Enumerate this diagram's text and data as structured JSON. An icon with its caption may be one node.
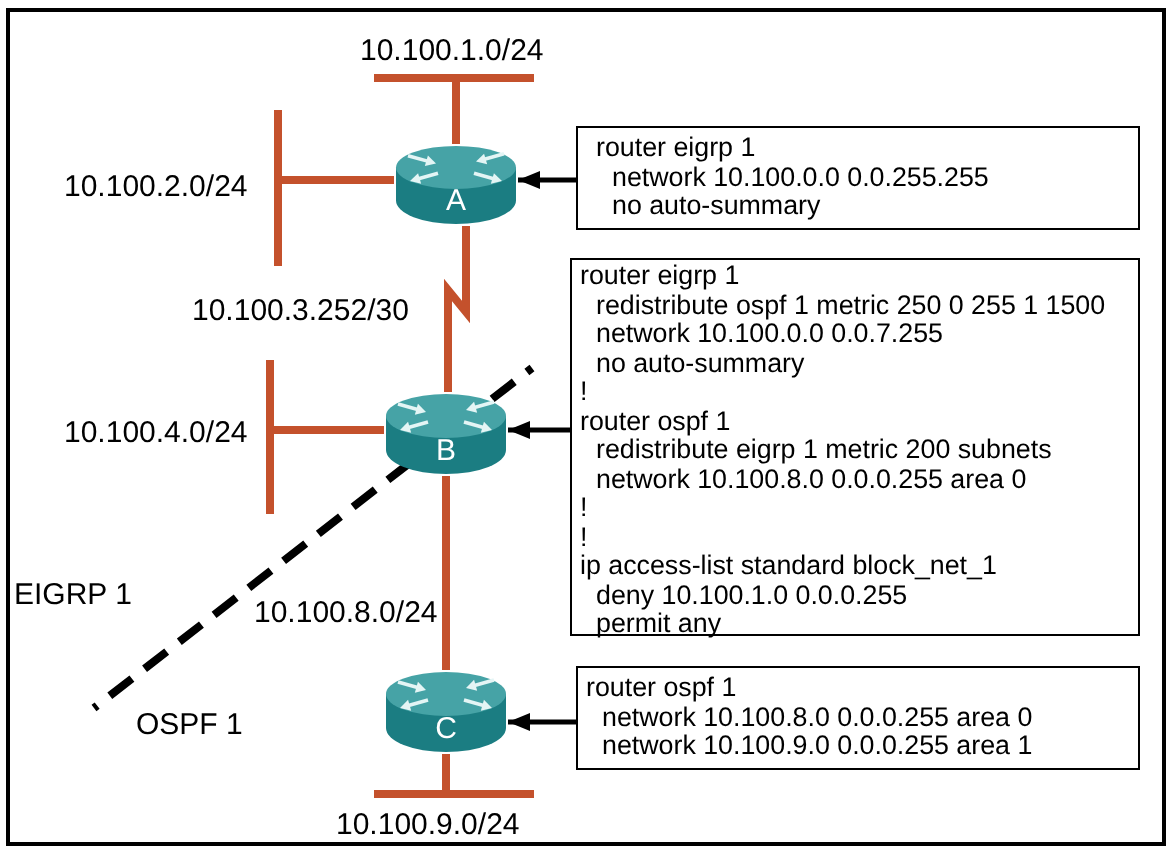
{
  "diagram": {
    "nodes": [
      {
        "text": [],
        "shape": "bar",
        "beside": [
          "10.100.1.0/24"
        ]
      },
      {
        "text": [],
        "shape": "bar",
        "beside": [
          "10.100.2.0/24"
        ]
      },
      {
        "text": [
          "A"
        ]
      },
      {
        "text": [
          "router eigrp 1",
          "network 10.100.0.0 0.0.255.255",
          "no auto-summary"
        ]
      },
      {
        "text": [
          "B"
        ]
      },
      {
        "text": [],
        "shape": "bar",
        "beside": [
          "10.100.4.0/24"
        ]
      },
      {
        "text": [
          "router eigrp 1",
          "redistribute ospf 1 metric 250 0 255 1 1500",
          "network 10.100.0.0 0.0.7.255",
          "no auto-summary",
          "!",
          "router ospf 1",
          "redistribute eigrp 1 metric 200 subnets",
          "network 10.100.8.0 0.0.0.255 area 0",
          "!",
          "!",
          "ip access-list standard block_net_1",
          "deny 10.100.1.0 0.0.0.255",
          "permit any"
        ]
      },
      {
        "text": [
          "C"
        ]
      },
      {
        "text": [
          "router ospf 1",
          "network 10.100.8.0 0.0.0.255 area 0",
          "network 10.100.9.0 0.0.0.255 area 1"
        ]
      },
      {
        "text": [],
        "shape": "bar",
        "beside": [
          "10.100.9.0/24"
        ]
      }
    ],
    "edges": [
      {
        "from": 0,
        "to": 2,
        "arrow": "none"
      },
      {
        "from": 1,
        "to": 2,
        "arrow": "none"
      },
      {
        "from": 3,
        "to": 2,
        "arrow": "to",
        "color": "#000000"
      },
      {
        "from": 2,
        "to": 4,
        "arrow": "none",
        "label": "10.100.3.252/30"
      },
      {
        "from": 5,
        "to": 4,
        "arrow": "none"
      },
      {
        "from": 6,
        "to": 4,
        "arrow": "to",
        "color": "#000000"
      },
      {
        "from": 4,
        "to": 7,
        "arrow": "none",
        "label": "10.100.8.0/24"
      },
      {
        "from": 8,
        "to": 7,
        "arrow": "to",
        "color": "#000000"
      },
      {
        "from": 7,
        "to": 9,
        "arrow": "none"
      }
    ],
    "labels": [
      "EIGRP 1",
      "OSPF 1"
    ]
  }
}
